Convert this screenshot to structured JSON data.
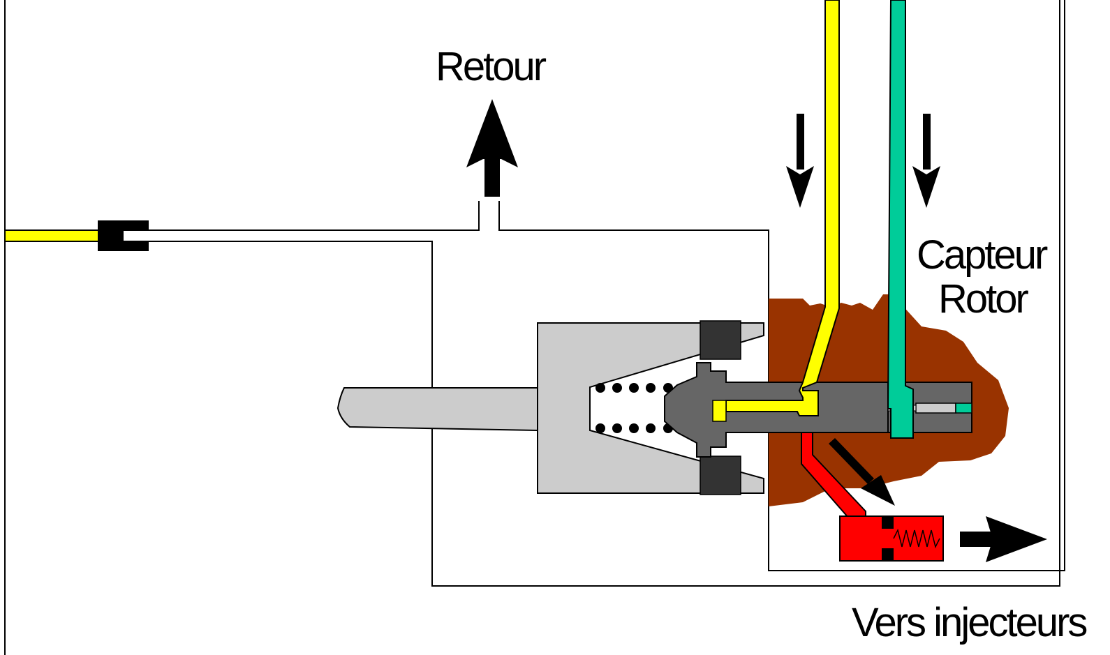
{
  "labels": {
    "retour": "Retour",
    "capteur": "Capteur",
    "rotor": "Rotor",
    "vers_injecteurs": "Vers injecteurs"
  },
  "colors": {
    "fuel_supply": "#ffff00",
    "sensor": "#00cc99",
    "injector_line": "#ff0000",
    "housing": "#993300",
    "body": "#cccccc",
    "rotor": "#666666",
    "dark": "#333333",
    "outline": "#000000"
  }
}
